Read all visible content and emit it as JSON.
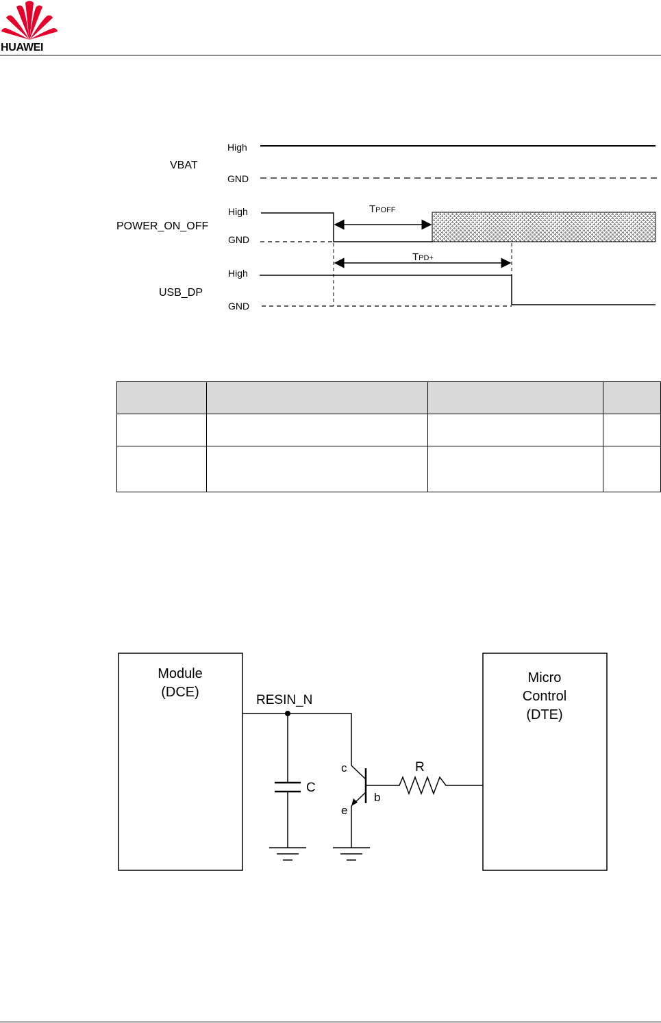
{
  "header": {
    "brand": "HUAWEI",
    "brand_color": "#e4002b"
  },
  "timing_diagram": {
    "signals": [
      {
        "name": "VBAT",
        "high_label": "High",
        "gnd_label": "GND"
      },
      {
        "name": "POWER_ON_OFF",
        "high_label": "High",
        "gnd_label": "GND"
      },
      {
        "name": "USB_DP",
        "high_label": "High",
        "gnd_label": "GND"
      }
    ],
    "intervals": [
      {
        "main": "T",
        "sub": "POFF"
      },
      {
        "main": "T",
        "sub": "PD+"
      }
    ]
  },
  "table": {
    "columns": 4,
    "rows": 2
  },
  "circuit": {
    "module_line1": "Module",
    "module_line2": "(DCE)",
    "mcu_line1": "Micro",
    "mcu_line2": "Control",
    "mcu_line3": "(DTE)",
    "net_label": "RESIN_N",
    "capacitor_label": "C",
    "resistor_label": "R",
    "collector_label": "c",
    "base_label": "b",
    "emitter_label": "e"
  }
}
